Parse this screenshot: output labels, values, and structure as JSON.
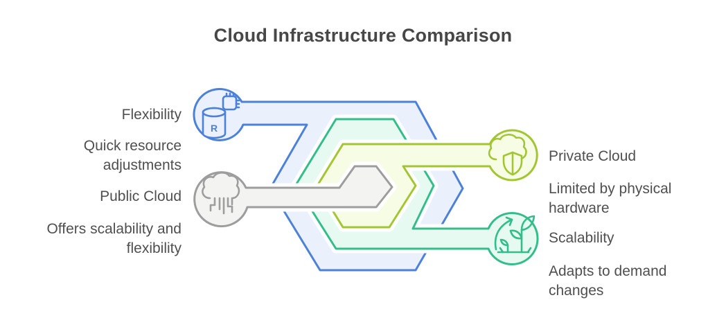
{
  "title": "Cloud Infrastructure Comparison",
  "left_labels": {
    "flexibility": "Flexibility",
    "quick_resource": "Quick resource adjustments",
    "public_cloud": "Public Cloud",
    "offers_scalability": "Offers scalability and flexibility"
  },
  "right_labels": {
    "private_cloud": "Private Cloud",
    "limited_hardware": "Limited by physical hardware",
    "scalability": "Scalability",
    "adapts_demand": "Adapts to demand changes"
  },
  "icons": {
    "public_cloud_node": "database-chip-icon",
    "public_cloud_link": "cloud-circuit-icon",
    "private_cloud_node": "cloud-shield-icon",
    "scalability_node": "growth-plant-icon",
    "database_letter": "R"
  },
  "colors": {
    "blue_stroke": "#4c81d9",
    "blue_fill": "#eaf0fc",
    "teal_stroke": "#33bd8a",
    "teal_fill": "#e7faf1",
    "lime_stroke": "#a2c632",
    "lime_fill": "#f7fce4",
    "gray_stroke": "#9d9d9d",
    "gray_fill": "#f3f3f2",
    "text": "#4f4f4f",
    "title_text": "#474747",
    "background": "#ffffff"
  }
}
